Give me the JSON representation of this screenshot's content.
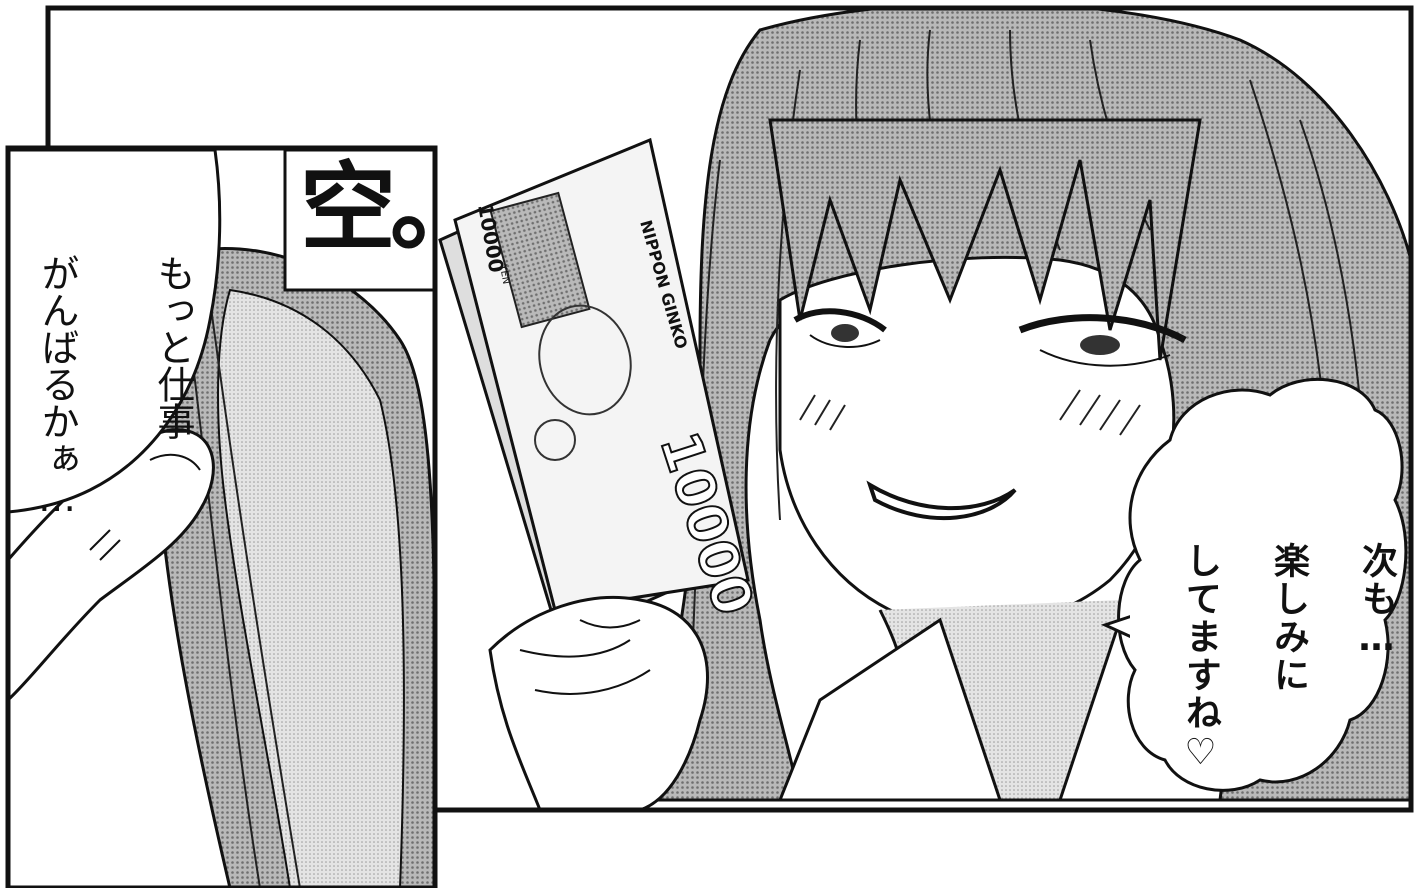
{
  "right_panel": {
    "speech_line1": "次も…",
    "speech_line2": "楽しみに",
    "speech_line3": "してますね♡",
    "banknote_denomination": "10000",
    "banknote_issuer": "NIPPON GINKO",
    "banknote_currency": "YEN"
  },
  "left_panel": {
    "sfx": "空。",
    "speech_line1": "もっと仕事",
    "speech_line2": "がんばるかぁ…"
  },
  "colors": {
    "ink": "#111111",
    "screentone": "#8f8f8f",
    "paper": "#ffffff"
  }
}
